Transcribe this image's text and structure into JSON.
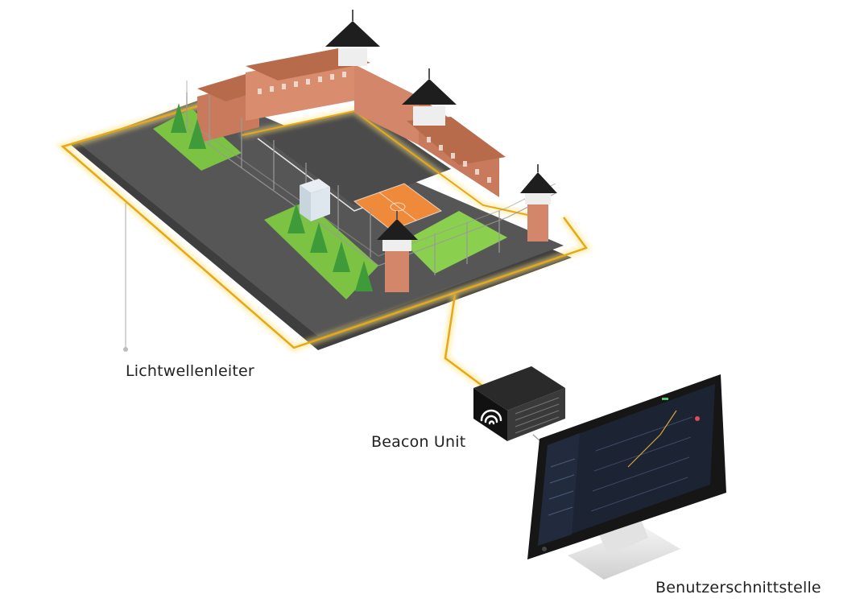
{
  "labels": {
    "fiber": "Lichtwellenleiter",
    "beacon": "Beacon Unit",
    "ui": "Benutzerschnittstelle"
  },
  "icons": {
    "beacon_logo": "wifi-arches-icon",
    "tower_roof": "pyramid-roof-icon",
    "tree": "conifer-tree-icon"
  },
  "colors": {
    "fiber_glow": "#ffd84a",
    "fiber_core": "#e0a418",
    "ground": "#545454",
    "building_wall": "#d98c6e",
    "roof": "#b86b4b",
    "court": "#ef8a3a",
    "grass": "#7cc243",
    "tower_roof": "#1e1e1e",
    "screen_bg": "#1c2333",
    "leader_line": "#bdbdbd"
  }
}
